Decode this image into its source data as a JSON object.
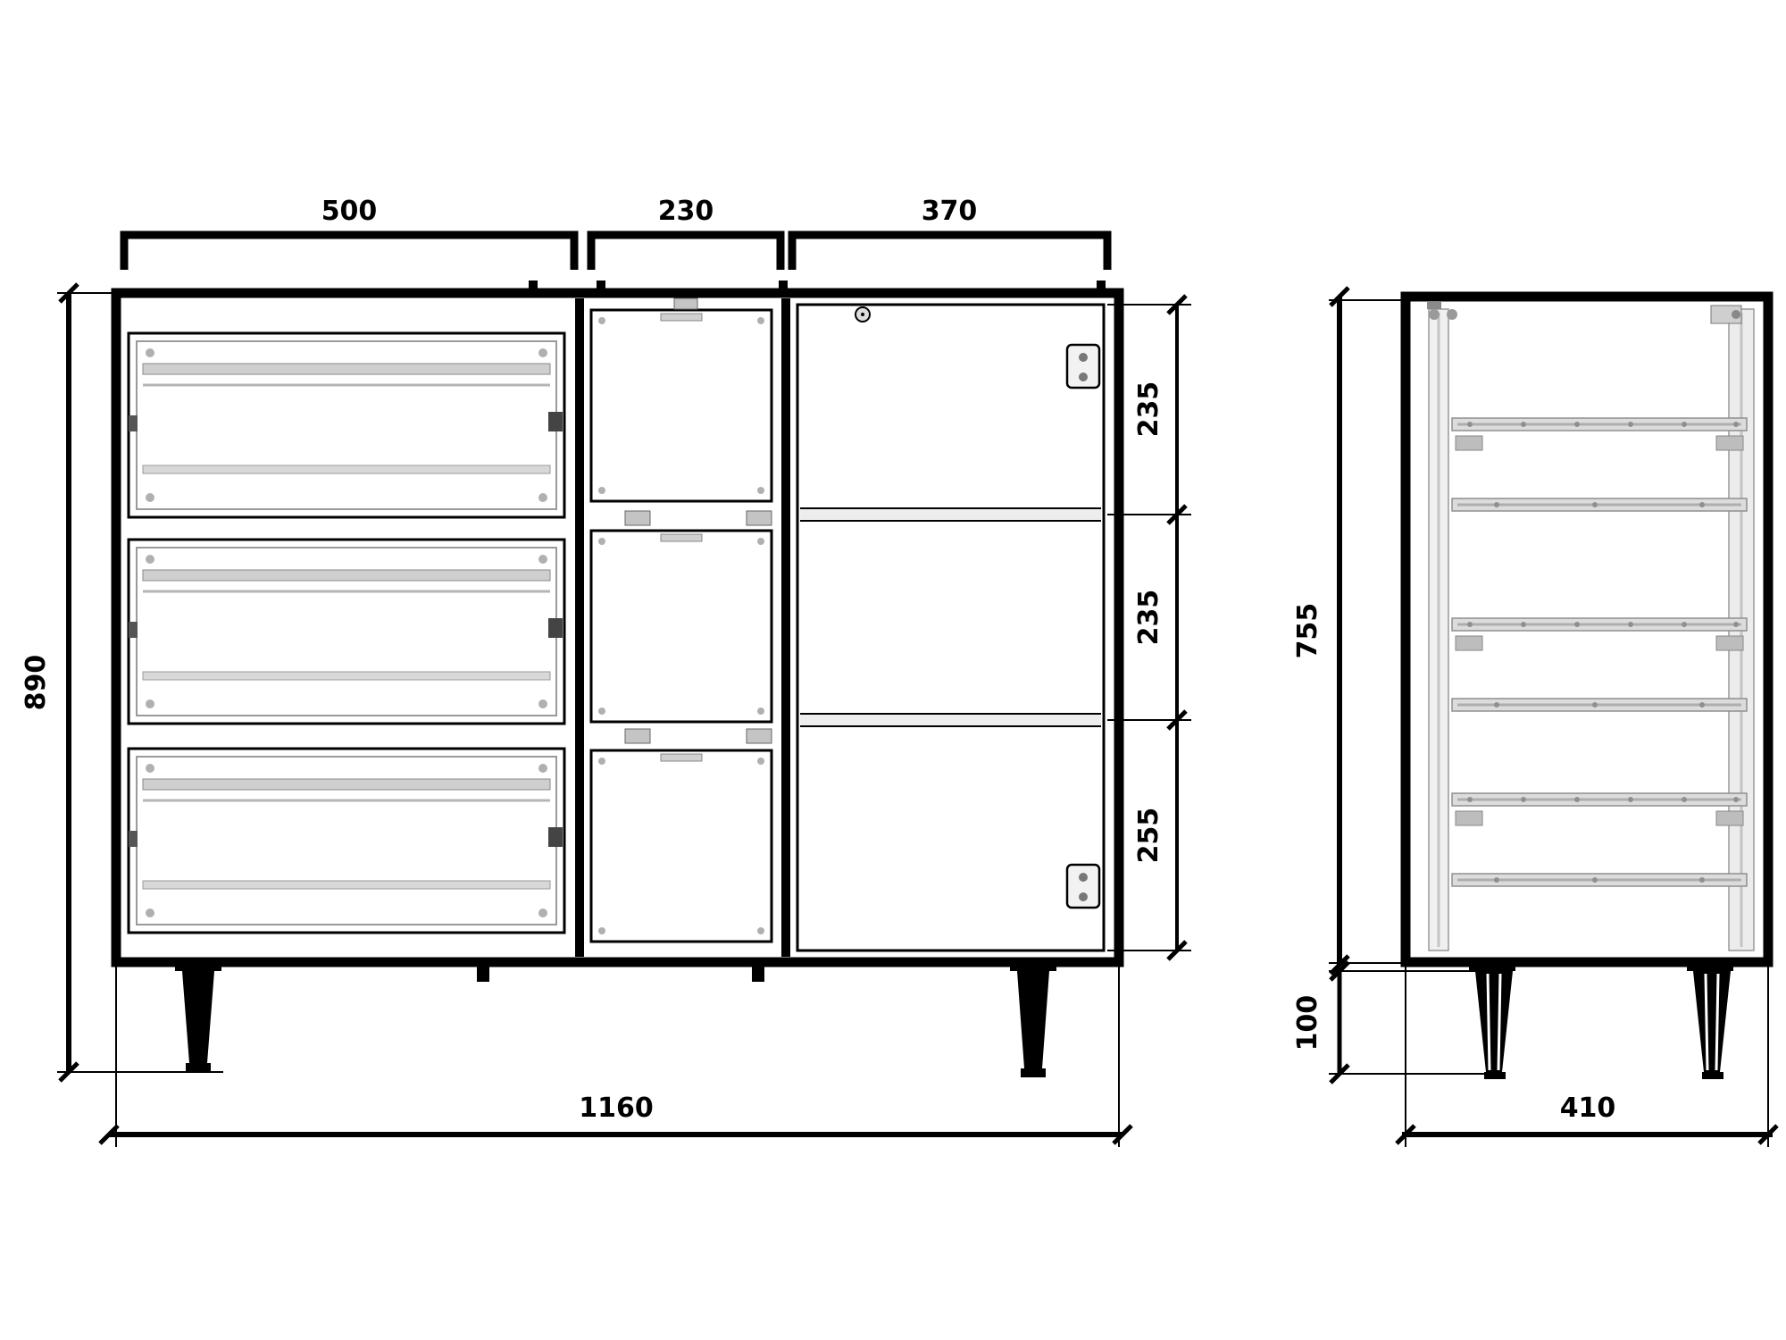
{
  "drawing": {
    "type": "technical-cad-drawing",
    "subject": "cabinet with drawers, door and legs - front and side elevation",
    "colors": {
      "background": "#ffffff",
      "line": "#000000",
      "hardware_light": "#d8d8d8",
      "hardware_mid": "#b0b0b0",
      "hardware_dark": "#777777"
    }
  },
  "front_view": {
    "dims": {
      "top_left": "500",
      "top_middle": "230",
      "top_right": "370",
      "total_width": "1160",
      "total_height": "890",
      "right_top": "235",
      "right_middle": "235",
      "right_bottom": "255"
    }
  },
  "side_view": {
    "dims": {
      "body_height": "755",
      "leg_height": "100",
      "depth": "410"
    }
  }
}
